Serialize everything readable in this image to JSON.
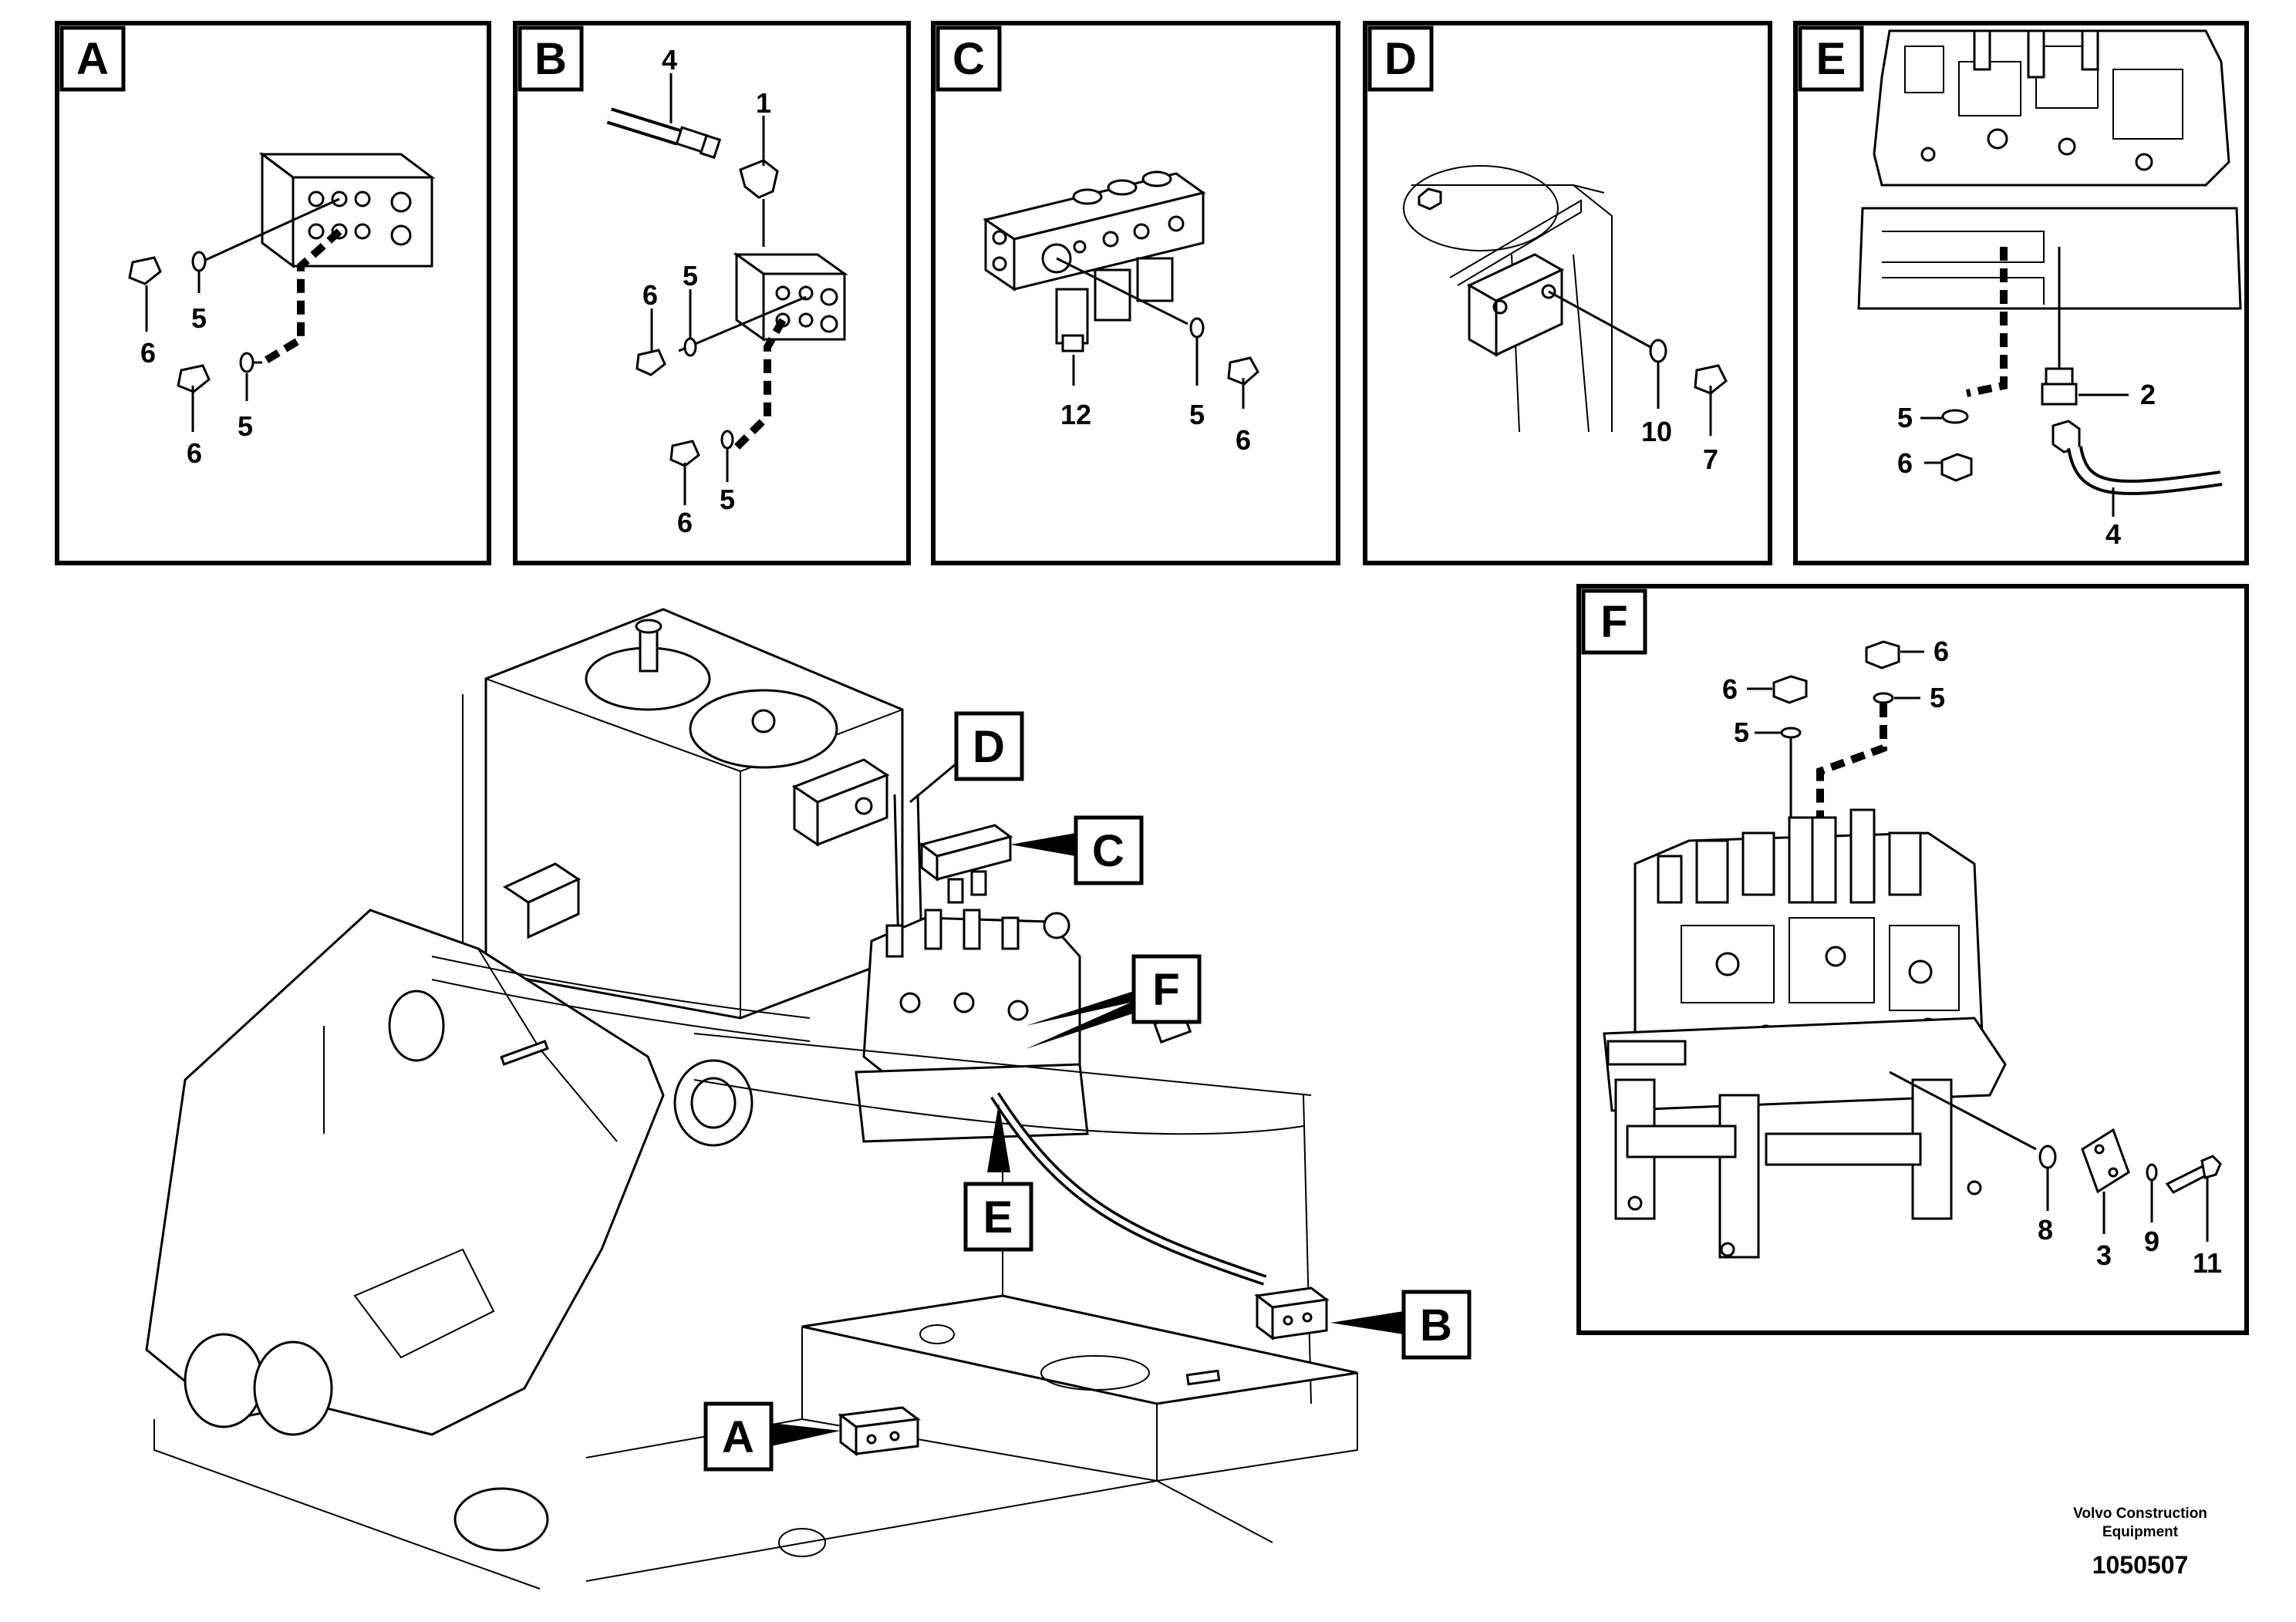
{
  "panels": {
    "A": {
      "tag": "A",
      "labels": [
        "6",
        "5",
        "6",
        "5"
      ]
    },
    "B": {
      "tag": "B",
      "labels": [
        "4",
        "1",
        "6",
        "5",
        "6",
        "5"
      ]
    },
    "C": {
      "tag": "C",
      "labels": [
        "12",
        "5",
        "6"
      ]
    },
    "D": {
      "tag": "D",
      "labels": [
        "10",
        "7"
      ]
    },
    "E": {
      "tag": "E",
      "labels": [
        "2",
        "5",
        "6",
        "4"
      ]
    },
    "F": {
      "tag": "F",
      "labels": [
        "6",
        "5",
        "6",
        "5",
        "8",
        "3",
        "9",
        "11"
      ]
    }
  },
  "callouts": [
    "D",
    "C",
    "F",
    "E",
    "B",
    "A"
  ],
  "footer": {
    "brand_line1": "Volvo Construction",
    "brand_line2": "Equipment",
    "doc_number": "1050507"
  }
}
